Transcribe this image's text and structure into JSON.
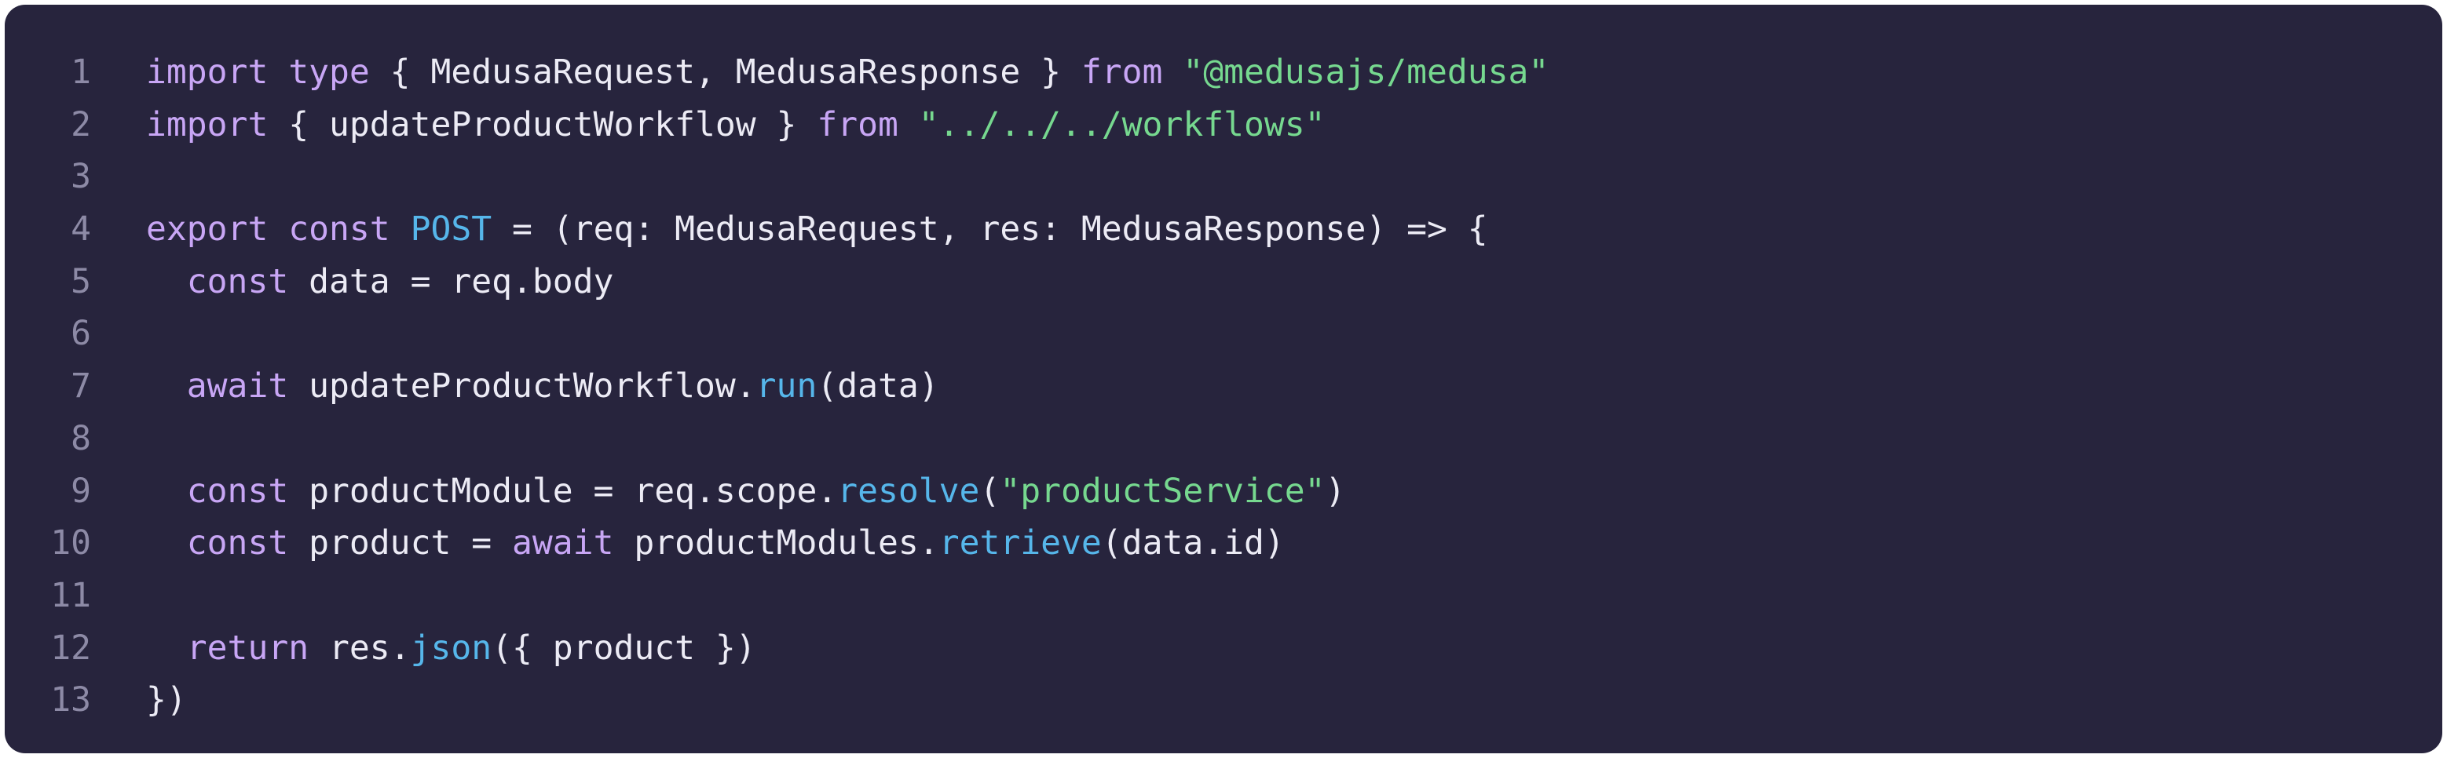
{
  "colors": {
    "background": "#27243d",
    "line_number": "#8d8aa6",
    "plain": "#ecebf5",
    "keyword": "#c8a6f5",
    "string": "#76d88f",
    "function": "#56b6ea"
  },
  "lines": [
    {
      "num": "1",
      "tokens": [
        {
          "t": "keyword",
          "v": "import"
        },
        {
          "t": "plain",
          "v": " "
        },
        {
          "t": "keyword",
          "v": "type"
        },
        {
          "t": "plain",
          "v": " { MedusaRequest, MedusaResponse } "
        },
        {
          "t": "keyword",
          "v": "from"
        },
        {
          "t": "plain",
          "v": " "
        },
        {
          "t": "string",
          "v": "\"@medusajs/medusa\""
        }
      ]
    },
    {
      "num": "2",
      "tokens": [
        {
          "t": "keyword",
          "v": "import"
        },
        {
          "t": "plain",
          "v": " { updateProductWorkflow } "
        },
        {
          "t": "keyword",
          "v": "from"
        },
        {
          "t": "plain",
          "v": " "
        },
        {
          "t": "string",
          "v": "\"../../../workflows\""
        }
      ]
    },
    {
      "num": "3",
      "tokens": []
    },
    {
      "num": "4",
      "tokens": [
        {
          "t": "keyword",
          "v": "export"
        },
        {
          "t": "plain",
          "v": " "
        },
        {
          "t": "keyword",
          "v": "const"
        },
        {
          "t": "plain",
          "v": " "
        },
        {
          "t": "func",
          "v": "POST"
        },
        {
          "t": "plain",
          "v": " = (req: MedusaRequest, res: MedusaResponse) => {"
        }
      ]
    },
    {
      "num": "5",
      "tokens": [
        {
          "t": "plain",
          "v": "  "
        },
        {
          "t": "keyword",
          "v": "const"
        },
        {
          "t": "plain",
          "v": " data = req.body"
        }
      ]
    },
    {
      "num": "6",
      "tokens": []
    },
    {
      "num": "7",
      "tokens": [
        {
          "t": "plain",
          "v": "  "
        },
        {
          "t": "keyword",
          "v": "await"
        },
        {
          "t": "plain",
          "v": " updateProductWorkflow."
        },
        {
          "t": "func",
          "v": "run"
        },
        {
          "t": "plain",
          "v": "(data)"
        }
      ]
    },
    {
      "num": "8",
      "tokens": []
    },
    {
      "num": "9",
      "tokens": [
        {
          "t": "plain",
          "v": "  "
        },
        {
          "t": "keyword",
          "v": "const"
        },
        {
          "t": "plain",
          "v": " productModule = req.scope."
        },
        {
          "t": "func",
          "v": "resolve"
        },
        {
          "t": "plain",
          "v": "("
        },
        {
          "t": "string",
          "v": "\"productService\""
        },
        {
          "t": "plain",
          "v": ")"
        }
      ]
    },
    {
      "num": "10",
      "tokens": [
        {
          "t": "plain",
          "v": "  "
        },
        {
          "t": "keyword",
          "v": "const"
        },
        {
          "t": "plain",
          "v": " product = "
        },
        {
          "t": "keyword",
          "v": "await"
        },
        {
          "t": "plain",
          "v": " productModules."
        },
        {
          "t": "func",
          "v": "retrieve"
        },
        {
          "t": "plain",
          "v": "(data.id)"
        }
      ]
    },
    {
      "num": "11",
      "tokens": []
    },
    {
      "num": "12",
      "tokens": [
        {
          "t": "plain",
          "v": "  "
        },
        {
          "t": "keyword",
          "v": "return"
        },
        {
          "t": "plain",
          "v": " res."
        },
        {
          "t": "func",
          "v": "json"
        },
        {
          "t": "plain",
          "v": "({ product })"
        }
      ]
    },
    {
      "num": "13",
      "tokens": [
        {
          "t": "plain",
          "v": "})"
        }
      ]
    }
  ]
}
